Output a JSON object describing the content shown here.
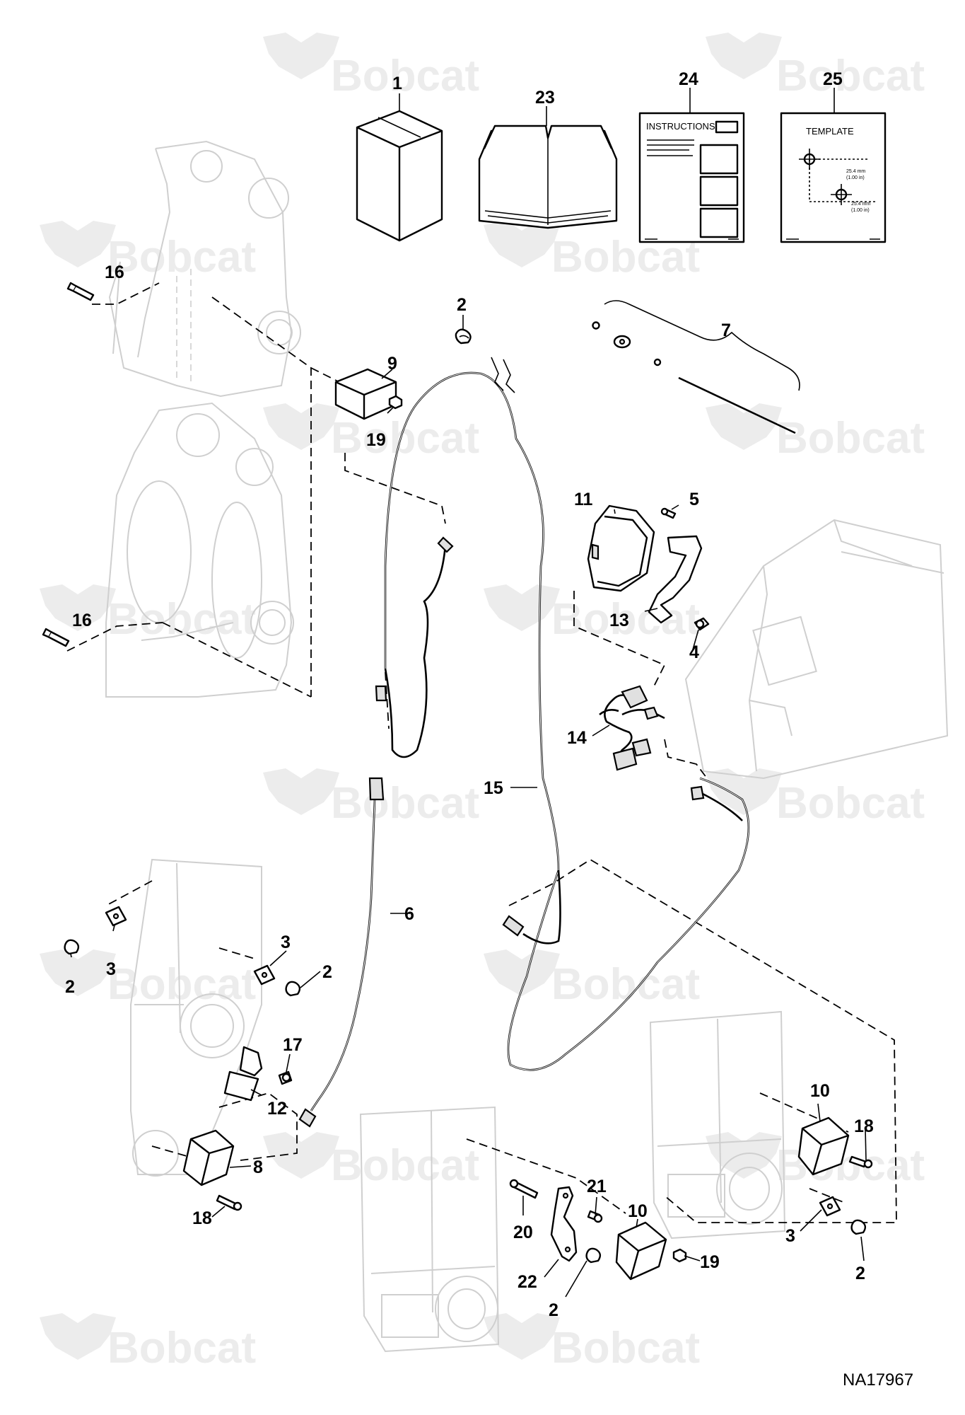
{
  "diagram": {
    "drawing_number": "NA17967",
    "watermark": "Bobcat",
    "documents": {
      "instructions_title": "INSTRUCTIONS",
      "template_title": "TEMPLATE",
      "template_dim_1": "25.4 mm",
      "template_dim_1_in": "(1.00 in)",
      "template_dim_2": "25.4 mm",
      "template_dim_2_in": "(1.00 in)"
    },
    "callouts": [
      "1",
      "23",
      "24",
      "25",
      "16",
      "2",
      "9",
      "7",
      "19",
      "11",
      "5",
      "13",
      "4",
      "16",
      "14",
      "15",
      "6",
      "3",
      "2",
      "3",
      "2",
      "17",
      "12",
      "8",
      "18",
      "10",
      "18",
      "21",
      "20",
      "10",
      "19",
      "22",
      "2",
      "3",
      "2"
    ]
  }
}
